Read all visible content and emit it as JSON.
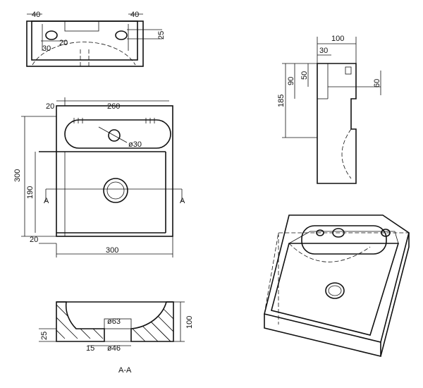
{
  "views": {
    "top": {
      "dims": [
        "40",
        "40",
        "25",
        "20",
        "30"
      ]
    },
    "side": {
      "dims": [
        "100",
        "30",
        "50",
        "90",
        "60",
        "185"
      ]
    },
    "front": {
      "dims": [
        "20",
        "260",
        "ø30",
        "300",
        "190",
        "20",
        "300"
      ],
      "section_marks": [
        "A",
        "A"
      ]
    },
    "section": {
      "dims": [
        "ø63",
        "25",
        "15",
        "ø46",
        "100"
      ],
      "caption": "A-A"
    }
  },
  "colors": {
    "line": "#111111",
    "background": "#ffffff"
  }
}
